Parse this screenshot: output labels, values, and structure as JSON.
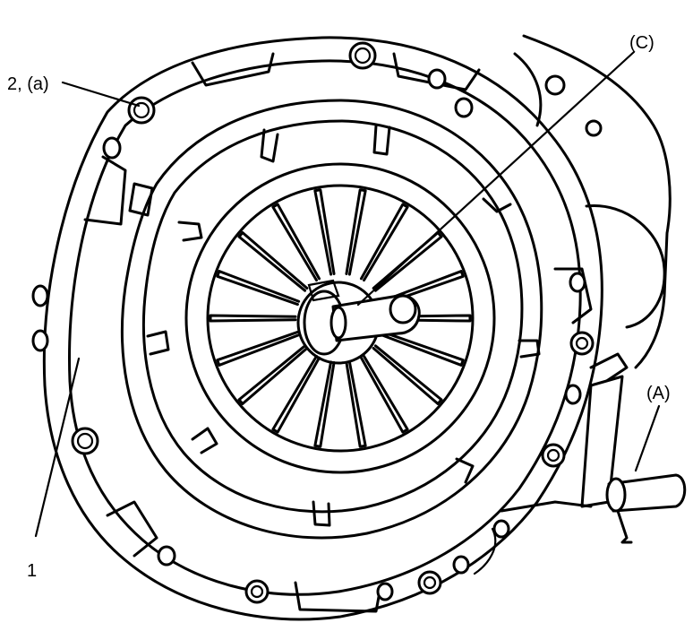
{
  "diagram": {
    "labels": {
      "cover_bolt": "2, (a)",
      "clutch_cover": "1",
      "center_tool": "(C)",
      "flywheel_holder": "(A)"
    }
  }
}
